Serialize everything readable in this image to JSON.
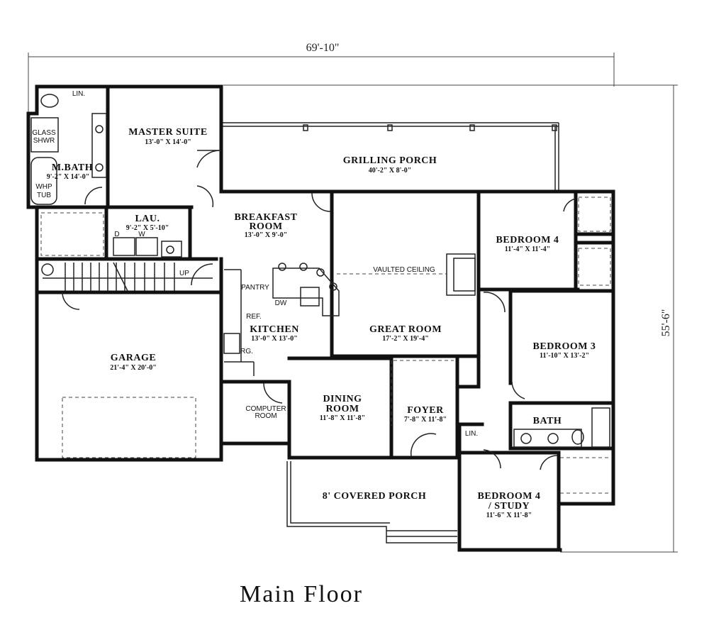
{
  "dimensions": {
    "width": "69'-10\"",
    "depth": "55'-6\""
  },
  "title": "Main Floor",
  "rooms": {
    "master_suite": {
      "name": "MASTER SUITE",
      "size": "13'-0\" X 14'-0\""
    },
    "m_bath": {
      "name": "M.BATH",
      "size": "9'-2\" X 14'-0\""
    },
    "grilling_porch": {
      "name": "GRILLING PORCH",
      "size": "40'-2\" X 8'-0\""
    },
    "breakfast": {
      "name1": "BREAKFAST",
      "name2": "ROOM",
      "size": "13'-0\" X 9'-0\""
    },
    "lau": {
      "name": "LAU.",
      "size": "9'-2\" X 5'-10\""
    },
    "bedroom4_top": {
      "name": "BEDROOM 4",
      "size": "11'-4\" X 11'-4\""
    },
    "bedroom3": {
      "name": "BEDROOM 3",
      "size": "11'-10\" X 13'-2\""
    },
    "great_room": {
      "name": "GREAT ROOM",
      "size": "17'-2\" X 19'-4\""
    },
    "kitchen": {
      "name": "KITCHEN",
      "size": "13'-0\" X 13'-0\""
    },
    "garage": {
      "name": "GARAGE",
      "size": "21'-4\" X 20'-0\""
    },
    "dining": {
      "name1": "DINING",
      "name2": "ROOM",
      "size": "11'-8\" X 11'-8\""
    },
    "foyer": {
      "name": "FOYER",
      "size": "7'-8\" X 11'-8\""
    },
    "bath": {
      "name": "BATH"
    },
    "covered_porch": {
      "name": "8' COVERED PORCH"
    },
    "bedroom4_study": {
      "name1": "BEDROOM 4",
      "name2": "/ STUDY",
      "size": "11'-6\" X 11'-8\""
    },
    "computer_room": {
      "name1": "COMPUTER",
      "name2": "ROOM"
    }
  },
  "labels": {
    "lin_top": "LIN.",
    "lin_hall": "LIN.",
    "glass": "GLASS",
    "shwr": "SHWR",
    "whp": "WHP",
    "tub": "TUB",
    "d": "D",
    "w": "W",
    "up": "UP",
    "pantry": "PANTRY",
    "dw": "DW",
    "ref": "REF.",
    "rg": "RG.",
    "vaulted": "VAULTED CEILING"
  }
}
